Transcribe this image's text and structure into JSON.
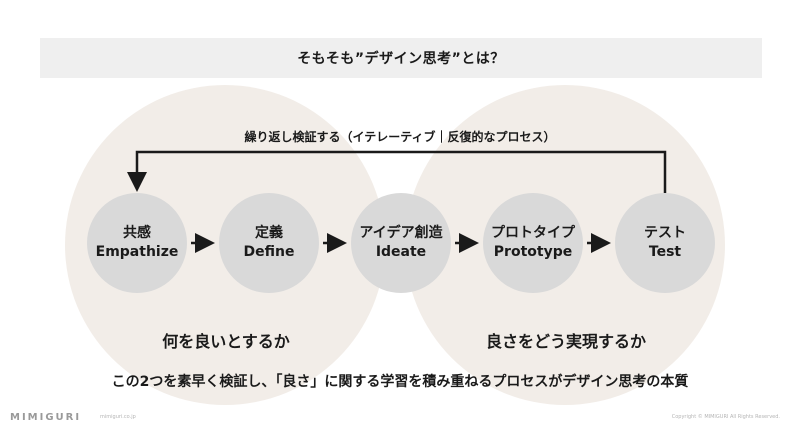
{
  "title": "そもそも”デザイン思考”とは？",
  "loop_label": "繰り返し検証する（イテレーティブ｜反復的なプロセス）",
  "steps": [
    {
      "jp": "共感",
      "en": "Empathize"
    },
    {
      "jp": "定義",
      "en": "Define"
    },
    {
      "jp": "アイデア創造",
      "en": "Ideate"
    },
    {
      "jp": "プロトタイプ",
      "en": "Prototype"
    },
    {
      "jp": "テスト",
      "en": "Test"
    }
  ],
  "left_label": "何を良いとするか",
  "right_label": "良さをどう実現するか",
  "summary": "この2つを素早く検証し、「良さ」に関する学習を積み重ねるプロセスがデザイン思考の本質",
  "footer": {
    "brand": "MIMIGURI",
    "url": "mimiguri.co.jp",
    "copyright": "Copyright © MIMIGURI All Rights Reserved."
  },
  "colors": {
    "background_circle": "#f2ede8",
    "step_circle": "#d9d9d9",
    "title_bar": "#efefef",
    "text": "#1a1a1a"
  }
}
